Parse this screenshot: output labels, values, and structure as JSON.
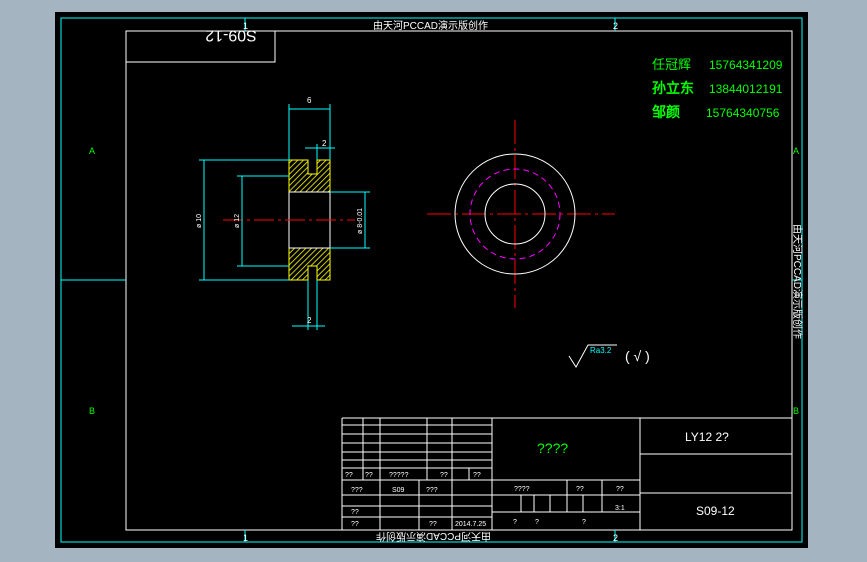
{
  "frame": {
    "zone_numbers": [
      "1",
      "2"
    ],
    "zone_letters": [
      "A",
      "B"
    ],
    "edition_stamp": "由天河PCCAD演示版创作"
  },
  "drawing_number_box": "S09-12",
  "authors": [
    {
      "name": "任冠辉",
      "phone": "15764341209"
    },
    {
      "name": "孙立东",
      "phone": "13844012191"
    },
    {
      "name": "邹颜",
      "phone": "15764340756"
    }
  ],
  "dimensions": {
    "top_width": "6",
    "flange": "2",
    "bottom": "2",
    "outer_dia": "ø 10",
    "mid_dia": "ø 12",
    "bore_dia": "ø 8-0.01"
  },
  "roughness": {
    "value": "Ra3.2",
    "rest": "( √ )"
  },
  "title_block": {
    "part_name": "????",
    "material": "LY12   2?",
    "drawing_no": "S09-12",
    "cells": {
      "r1a": "??",
      "r1b": "??",
      "r1c": "?????",
      "r1d": "??",
      "r1e": "??",
      "r2a": "???",
      "r2b": "S09",
      "r2c": "???",
      "r2d": "????",
      "r2e": "??",
      "r2f": "??",
      "r3a": "??",
      "r3b": "3:1",
      "r4a": "??",
      "r4b": "??",
      "r4c": "2014.7.25",
      "r4d": "?",
      "r4e": "?",
      "r4f": "?"
    }
  },
  "colors": {
    "frame": "#ffffff",
    "dimension": "#00ffff",
    "green_text": "#00ff00",
    "section": "#ffff00",
    "centerline": "#ff0000",
    "hidden": "#ff00ff"
  }
}
